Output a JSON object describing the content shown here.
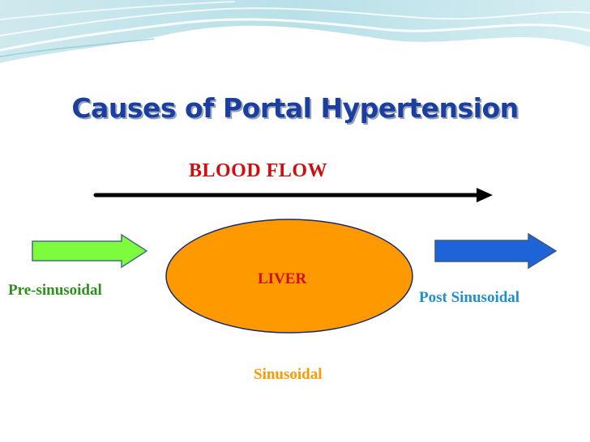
{
  "title": "Causes of Portal Hypertension",
  "diagram": {
    "flow_label": "BLOOD FLOW",
    "center_label": "LIVER",
    "left_label": "Pre-sinusoidal",
    "right_label": "Post Sinusoidal",
    "bottom_label": "Sinusoidal"
  },
  "colors": {
    "title": "#1a3fa0",
    "flow_label": "#cc1010",
    "liver_fill": "#ff9900",
    "left_arrow": "#7cfc3c",
    "right_arrow": "#1e64d8",
    "left_label": "#2f8f1d",
    "right_label": "#1f8fd0",
    "bottom_label": "#ff9800"
  },
  "icons": {
    "flow_arrow": "long-right-arrow-icon",
    "left_arrow": "green-block-arrow-icon",
    "right_arrow": "blue-block-arrow-icon",
    "decoration": "teal-wave-decoration"
  }
}
